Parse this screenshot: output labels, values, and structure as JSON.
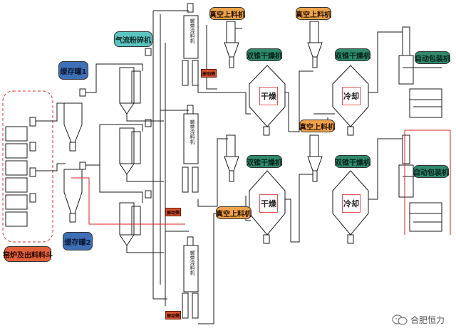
{
  "labels": {
    "kiln": "窑炉及出料料斗",
    "buffer1": "缓存罐1",
    "buffer2": "缓存罐2",
    "jetmill": "气流粉碎机",
    "screw": "螺带混料机",
    "vibrator": "振动筛",
    "vacuum": "真空上料机",
    "dryer": "双锥干燥机",
    "dry": "干燥",
    "cool": "冷却",
    "packer": "自动包装机"
  },
  "watermark": {
    "text": "合肥恒力",
    "icon": "wechat-icon"
  },
  "colors": {
    "line": "#1a1a1a",
    "red_line": "#e02020",
    "dash": "#e03030"
  }
}
